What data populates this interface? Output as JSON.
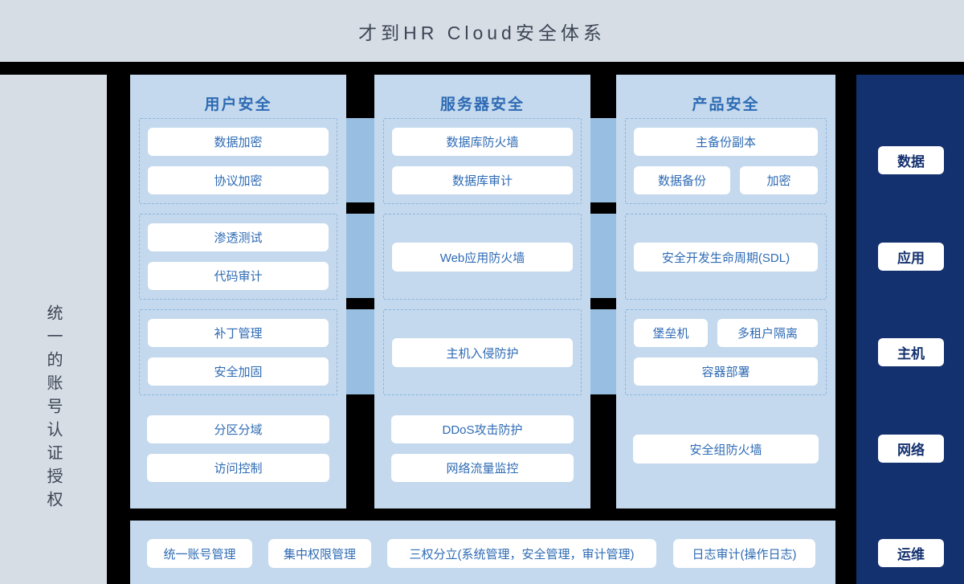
{
  "title": "才到HR Cloud安全体系",
  "left_sidebar": {
    "vertical_label": "统一的账号认证授权"
  },
  "columns": [
    {
      "header": "用户安全",
      "groups": [
        {
          "buttons": [
            "数据加密",
            "协议加密"
          ]
        },
        {
          "buttons": [
            "渗透测试",
            "代码审计"
          ]
        },
        {
          "buttons": [
            "补丁管理",
            "安全加固"
          ]
        }
      ],
      "footer_buttons": [
        "分区分域",
        "访问控制"
      ]
    },
    {
      "header": "服务器安全",
      "groups": [
        {
          "buttons": [
            "数据库防火墙",
            "数据库审计"
          ]
        },
        {
          "buttons": [
            "Web应用防火墙"
          ]
        },
        {
          "buttons": [
            "主机入侵防护"
          ]
        }
      ],
      "footer_buttons": [
        "DDoS攻击防护",
        "网络流量监控"
      ]
    },
    {
      "header": "产品安全",
      "groups": [
        {
          "buttons": [
            "主备份副本",
            "数据备份",
            "加密"
          ]
        },
        {
          "buttons": [
            "安全开发生命周期(SDL)"
          ]
        },
        {
          "buttons": [
            "堡垒机",
            "多租户隔离",
            "容器部署"
          ]
        }
      ],
      "footer_buttons": [
        "安全组防火墙"
      ]
    }
  ],
  "right_sidebar": {
    "items": [
      "数据",
      "应用",
      "主机",
      "网络",
      "运维"
    ]
  },
  "bottom_bar": {
    "buttons": [
      "统一账号管理",
      "集中权限管理",
      "三权分立(系统管理，安全管理，审计管理)",
      "日志审计(操作日志)"
    ]
  },
  "colors": {
    "background": "#000000",
    "titlebar_bg": "#d6dde5",
    "column_bg": "#c4d9ed",
    "bridge_bg": "#98bfe2",
    "accent_text": "#2e6bb4",
    "navy_bg": "#14316f",
    "chip_bg": "#ffffff"
  }
}
